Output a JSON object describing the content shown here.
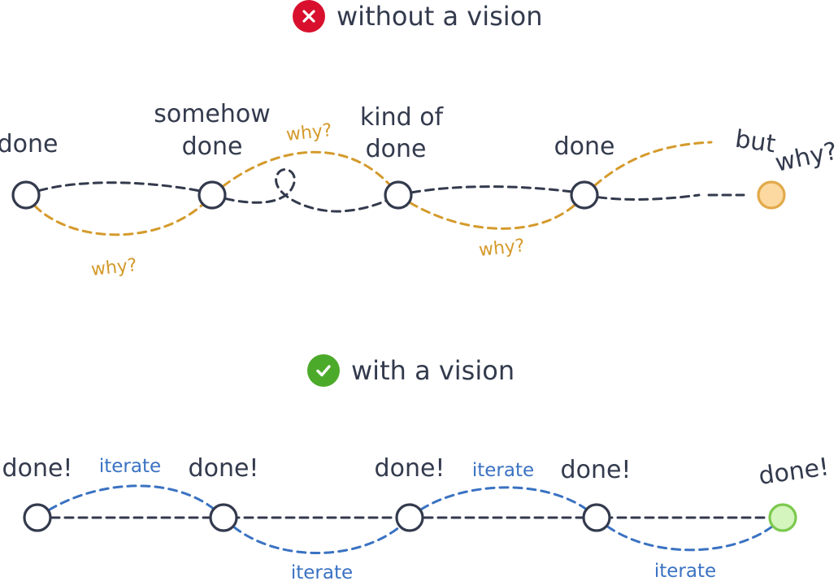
{
  "colors": {
    "ink": "#333a4d",
    "why": "#d49a2b",
    "iterate": "#3a72c2",
    "red": "#d8102d",
    "green": "#4caa2a",
    "goal_orange_fill": "#fbd9a0",
    "goal_orange_stroke": "#e2a94a",
    "goal_green_fill": "#d4f5bd",
    "goal_green_stroke": "#7cc94e"
  },
  "top": {
    "heading": "without a vision",
    "heading_icon": "x-mark-icon",
    "milestones": [
      "done",
      "somehow",
      "done",
      "kind of",
      "done",
      "done"
    ],
    "end_label_1": "but",
    "end_label_2": "why?",
    "why_labels": [
      "why?",
      "why?",
      "why?"
    ]
  },
  "bottom": {
    "heading": "with a vision",
    "heading_icon": "check-mark-icon",
    "milestones": [
      "done!",
      "done!",
      "done!",
      "done!",
      "done!"
    ],
    "iterate_labels": [
      "iterate",
      "iterate",
      "iterate",
      "iterate"
    ]
  }
}
